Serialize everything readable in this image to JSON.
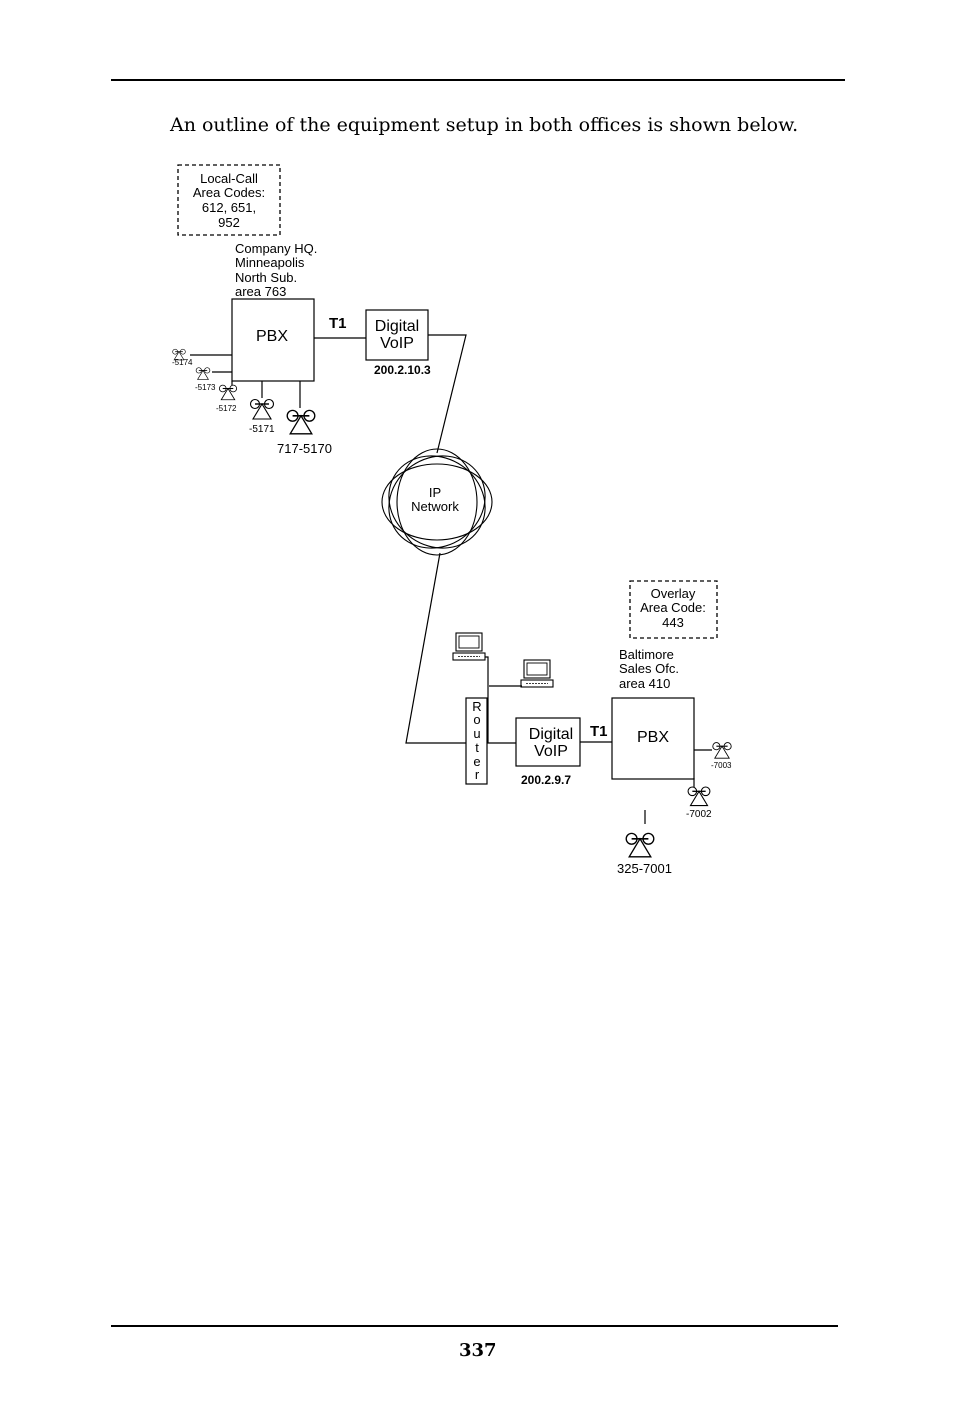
{
  "intro_text": "An outline of the equipment setup in both offices is shown below.",
  "page_number": "337",
  "diagram": {
    "hq_area_box": [
      "Local-Call",
      "Area Codes:",
      "612, 651,",
      "952"
    ],
    "hq_location": [
      "Company HQ.",
      "Minneapolis",
      "North Sub.",
      "area 763"
    ],
    "hq_pbx": "PBX",
    "hq_trunk": "T1",
    "hq_voip": [
      "Digital",
      "VoIP"
    ],
    "hq_voip_ip": "200.2.10.3",
    "hq_phones": [
      "-5174",
      "-5173",
      "-5172",
      "-5171",
      "717-5170"
    ],
    "network": [
      "IP",
      "Network"
    ],
    "balt_area_box": [
      "Overlay",
      "Area Code:",
      "443"
    ],
    "balt_location": [
      "Baltimore",
      "Sales Ofc.",
      "area 410"
    ],
    "router_label": [
      "R",
      "o",
      "u",
      "t",
      "e",
      "r"
    ],
    "balt_voip": [
      "Digital",
      "VoIP"
    ],
    "balt_voip_ip": "200.2.9.7",
    "balt_trunk": "T1",
    "balt_pbx": "PBX",
    "balt_phones": [
      "-7003",
      "-7002",
      "325-7001"
    ]
  }
}
